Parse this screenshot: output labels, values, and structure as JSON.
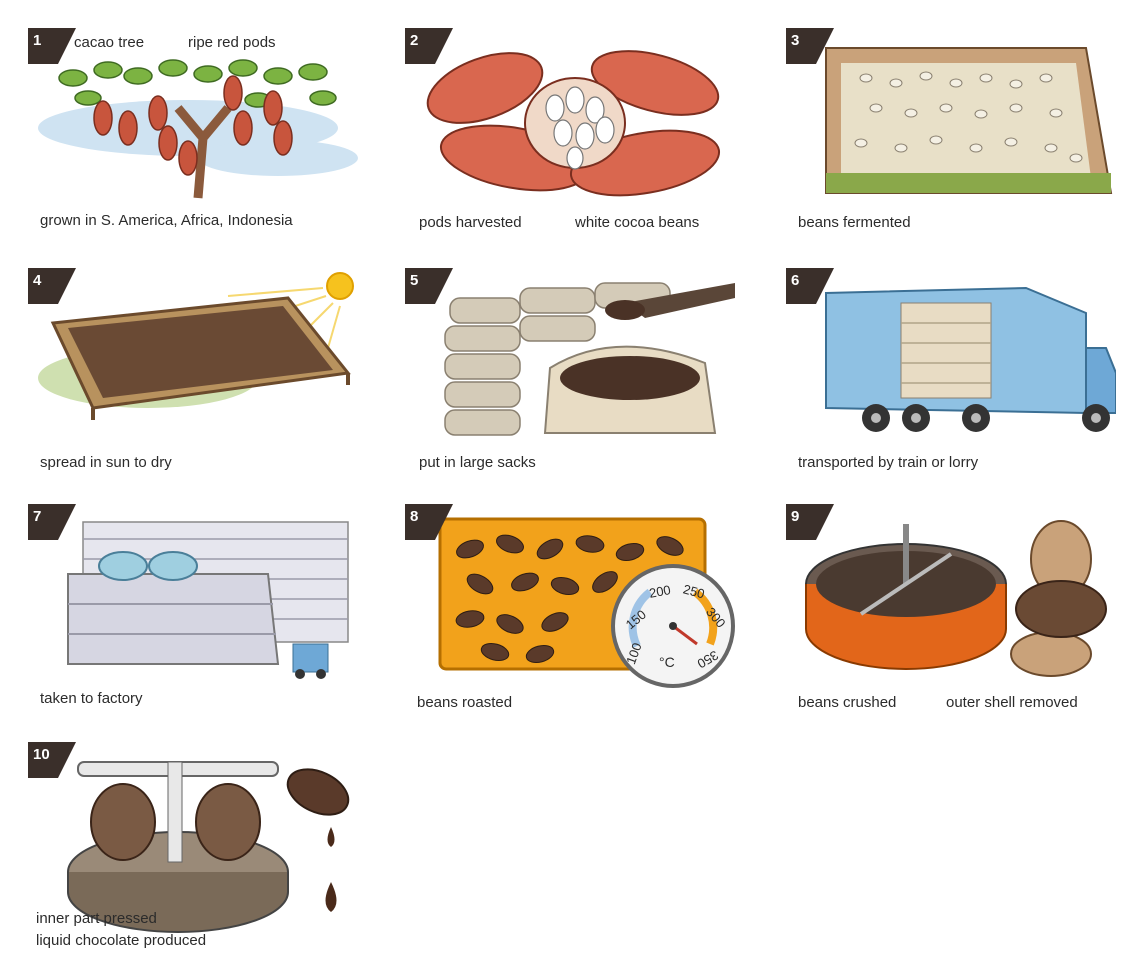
{
  "steps": [
    {
      "number": "1",
      "labels": [
        "cacao tree",
        "ripe red pods"
      ],
      "caption": "grown in S. America, Africa, Indonesia"
    },
    {
      "number": "2",
      "labels": [
        "pods harvested",
        "white cocoa beans"
      ]
    },
    {
      "number": "3",
      "caption": "beans fermented"
    },
    {
      "number": "4",
      "caption": "spread in sun to dry"
    },
    {
      "number": "5",
      "caption": "put in large sacks"
    },
    {
      "number": "6",
      "caption": "transported by train or lorry"
    },
    {
      "number": "7",
      "caption": "taken to factory"
    },
    {
      "number": "8",
      "caption": "beans roasted",
      "thermometer": {
        "ticks": [
          "100",
          "150",
          "200",
          "250",
          "300",
          "350"
        ],
        "unit": "°C"
      }
    },
    {
      "number": "9",
      "labels": [
        "beans crushed",
        "outer shell removed"
      ]
    },
    {
      "number": "10",
      "caption_lines": [
        "inner part pressed",
        "liquid chocolate produced"
      ]
    }
  ],
  "colors": {
    "badge": "#3a2f2a",
    "pod": "#c8553d",
    "leaf": "#7cb342",
    "bean": "#5a3a2a",
    "truck": "#8fc1e3",
    "tray": "#f2a21b",
    "sky": "#cfe3f2"
  }
}
